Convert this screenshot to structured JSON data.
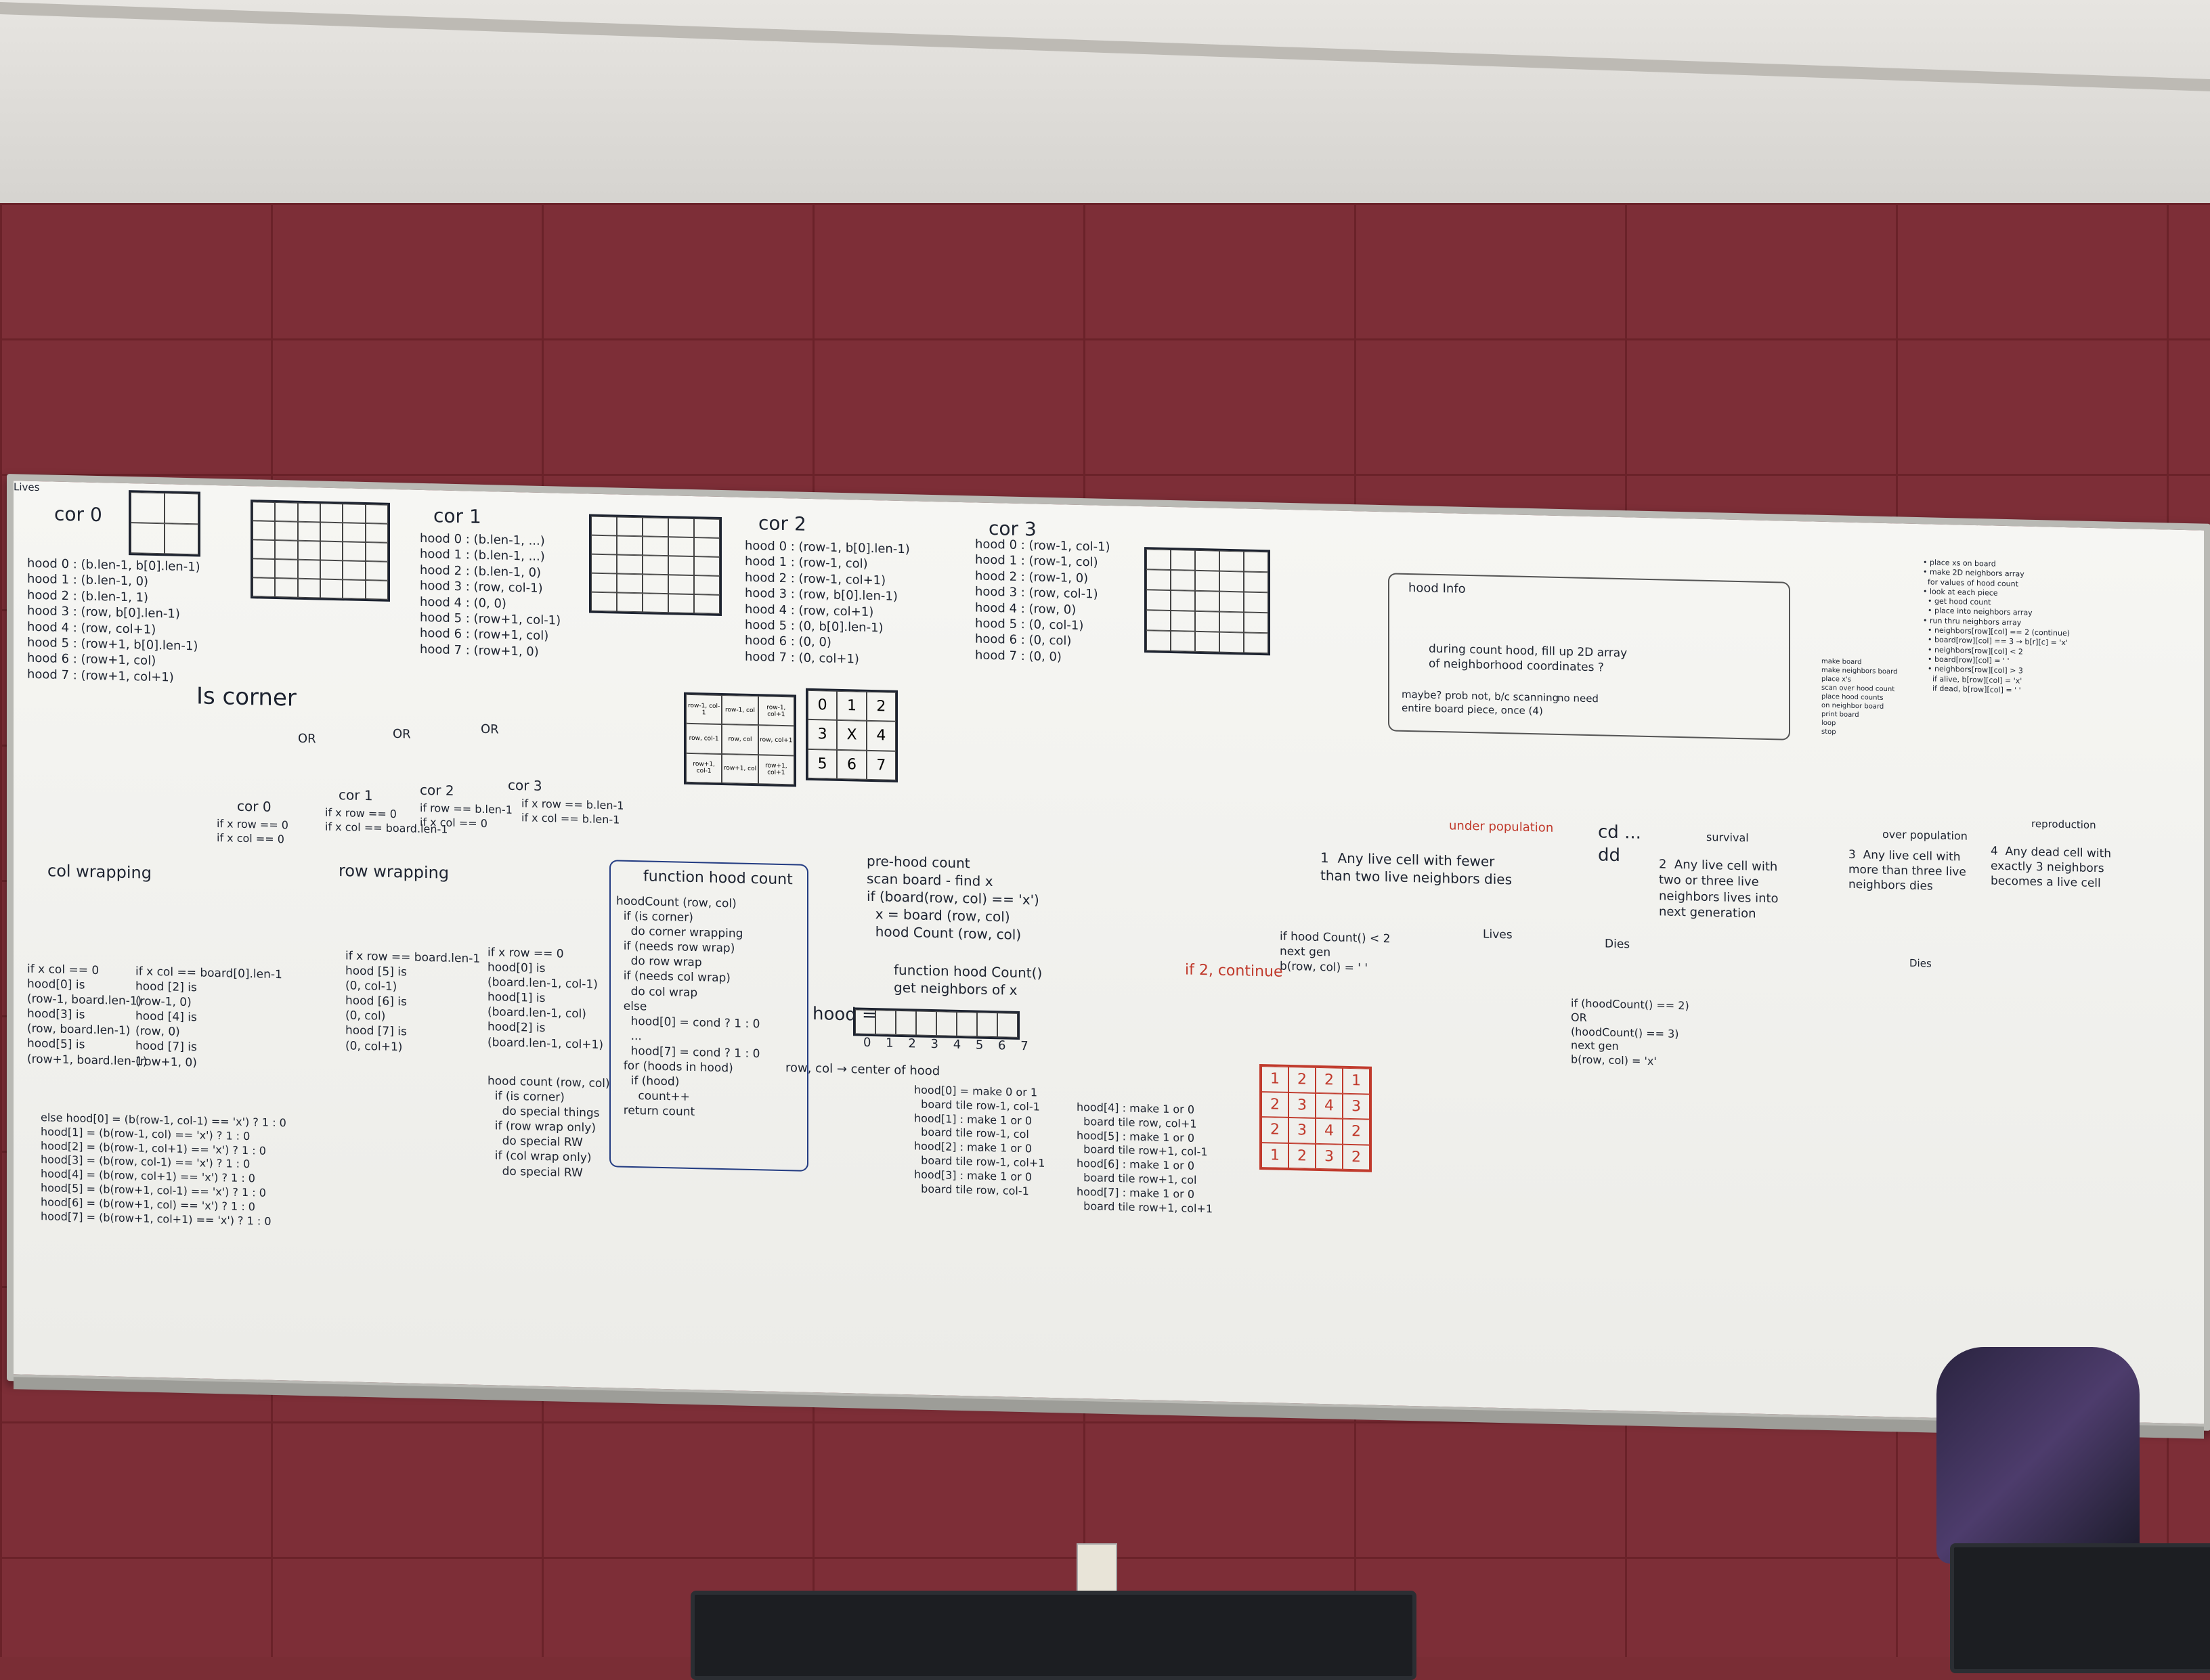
{
  "scene": "classroom whiteboard",
  "whiteboard": {
    "corner0": {
      "label": "cor 0",
      "lines": [
        "hood 0 : (b.len-1, b[0].len-1)",
        "hood 1 : (b.len-1, 0)",
        "hood 2 : (b.len-1, 1)",
        "hood 3 : (row, b[0].len-1)",
        "hood 4 : (row, col+1)",
        "hood 5 : (row+1, b[0].len-1)",
        "hood 6 : (row+1, col)",
        "hood 7 : (row+1, col+1)"
      ]
    },
    "corner1": {
      "label": "cor 1",
      "lines": [
        "hood 0 : (b.len-1, ...)",
        "hood 1 : (b.len-1, ...)",
        "hood 2 : (b.len-1, 0)",
        "hood 3 : (row, col-1)",
        "hood 4 : (0, 0)",
        "hood 5 : (row+1, col-1)",
        "hood 6 : (row+1, col)",
        "hood 7 : (row+1, 0)"
      ]
    },
    "corner2": {
      "label": "cor 2",
      "lines": [
        "hood 0 : (row-1, b[0].len-1)",
        "hood 1 : (row-1, col)",
        "hood 2 : (row-1, col+1)",
        "hood 3 : (row, b[0].len-1)",
        "hood 4 : (row, col+1)",
        "hood 5 : (0, b[0].len-1)",
        "hood 6 : (0, 0)",
        "hood 7 : (0, col+1)"
      ]
    },
    "corner3": {
      "label": "cor 3",
      "lines": [
        "hood 0 : (row-1, col-1)",
        "hood 1 : (row-1, col)",
        "hood 2 : (row-1, 0)",
        "hood 3 : (row, col-1)",
        "hood 4 : (row, 0)",
        "hood 5 : (0, col-1)",
        "hood 6 : (0, col)",
        "hood 7 : (0, 0)"
      ]
    },
    "is_corner": {
      "title": "Is corner",
      "or": "OR",
      "cor0": "cor 0",
      "cor0_cond": "if x row == 0\nif x col == 0",
      "cor1": "cor 1",
      "cor1_cond": "if x row == 0\nif x col == board.len-1",
      "cor2": "cor 2",
      "cor2_cond": "if row == b.len-1\nif x col == 0",
      "cor3": "cor 3",
      "cor3_cond": "if x row == b.len-1\nif x col == b.len-1"
    },
    "col_wrapping": {
      "title": "col wrapping",
      "left": "if x col == 0\nhood[0] is\n(row-1, board.len-1)\nhood[3] is\n(row, board.len-1)\nhood[5] is\n(row+1, board.len-1)",
      "right": "if x col == board[0].len-1\nhood [2] is\n(row-1, 0)\nhood [4] is\n(row, 0)\nhood [7] is\n(row+1, 0)"
    },
    "row_wrapping": {
      "title": "row wrapping",
      "left": "if x row == board.len-1\nhood [5] is\n(0, col-1)\nhood [6] is\n(0, col)\nhood [7] is\n(0, col+1)",
      "right": "if x row == 0\nhood[0] is\n(board.len-1, col-1)\nhood[1] is\n(board.len-1, col)\nhood[2] is\n(board.len-1, col+1)"
    },
    "else_block": "else hood[0] = (b(row-1, col-1) == 'x') ? 1 : 0\nhood[1] = (b(row-1, col) == 'x') ? 1 : 0\nhood[2] = (b(row-1, col+1) == 'x') ? 1 : 0\nhood[3] = (b(row, col-1) == 'x') ? 1 : 0\nhood[4] = (b(row, col+1) == 'x') ? 1 : 0\nhood[5] = (b(row+1, col-1) == 'x') ? 1 : 0\nhood[6] = (b(row+1, col) == 'x') ? 1 : 0\nhood[7] = (b(row+1, col+1) == 'x') ? 1 : 0",
    "function_hoodcount": {
      "title": "function hood count",
      "body": "hoodCount (row, col)\n  if (is corner)\n    do corner wrapping\n  if (needs row wrap)\n    do row wrap\n  if (needs col wrap)\n    do col wrap\n  else\n    hood[0] = cond ? 1 : 0\n    ...\n    hood[7] = cond ? 1 : 0\n  for (hoods in hood)\n    if (hood)\n      count++\n  return count"
    },
    "hoodcount_call": "hood count (row, col)\n  if (is corner)\n    do special things\n  if (row wrap only)\n    do special RW\n  if (col wrap only)\n    do special RW",
    "pre_hoodcount": "pre-hood count\nscan board - find x\nif (board(row, col) == 'x')\n  x = board (row, col)\n  hood Count (row, col)",
    "function_hoodcount2": "function hood Count()\nget neighbors of x",
    "hood_array": {
      "label": "hood =",
      "indices": "0 1 2 3 4 5 6 7",
      "center": "row, col → center of hood"
    },
    "hood_rules": "hood[0] = make 0 or 1\n  board tile row-1, col-1\nhood[1] : make 1 or 0\n  board tile row-1, col\nhood[2] : make 1 or 0\n  board tile row-1, col+1\nhood[3] : make 1 or 0\n  board tile row, col-1",
    "hood_rules2": "hood[4] : make 1 or 0\n  board tile row, col+1\nhood[5] : make 1 or 0\n  board tile row+1, col-1\nhood[6] : make 1 or 0\n  board tile row+1, col\nhood[7] : make 1 or 0\n  board tile row+1, col+1",
    "hood_info": {
      "title": "hood Info",
      "note": "during count hood, fill up 2D array\nof neighborhood coordinates ?",
      "note2": "maybe? prob not, b/c scanning\nentire board piece, once (4)",
      "no_need": "no need"
    },
    "neighbor_grid": [
      "0",
      "1",
      "2",
      "3",
      "X",
      "4",
      "5",
      "6",
      "7"
    ],
    "neighbor_coords": [
      "row-1, col-1",
      "row-1, col",
      "row-1, col+1",
      "row, col-1",
      "row, col",
      "row, col+1",
      "row+1, col-1",
      "row+1, col",
      "row+1, col+1"
    ],
    "rules": {
      "rule1": "1  Any live cell with fewer\nthan two live neighbors dies",
      "rule1_title": "under population",
      "rule1_code": "if hood Count() < 2\nnext gen\nb(row, col) = ' '",
      "rule1_red": "if 2, continue",
      "rule2_title": "survival",
      "rule2": "2  Any live cell with\ntwo or three live\nneighbors lives into\nnext generation",
      "rule2_code": "if (hoodCount() == 2)\nOR\n(hoodCount() == 3)\nnext gen\nb(row, col) = 'x'",
      "rule3_title": "over population",
      "rule3": "3  Any live cell with\nmore than three live\nneighbors dies",
      "rule4_title": "reproduction",
      "rule4": "4  Any dead cell with\nexactly 3 neighbors\nbecomes a live cell",
      "lives": "Lives",
      "dies": "Dies",
      "cd": "cd ...\ndd"
    },
    "count_grid": [
      [
        "1",
        "2",
        "2",
        "1"
      ],
      [
        "2",
        "3",
        "4",
        "3"
      ],
      [
        "2",
        "3",
        "4",
        "2"
      ],
      [
        "1",
        "2",
        "3",
        "2"
      ]
    ],
    "todo_list": "• place xs on board\n• make 2D neighbors array\n  for values of hood count\n• look at each piece\n  • get hood count\n  • place into neighbors array\n• run thru neighbors array\n  • neighbors[row][col] == 2 (continue)\n  • board[row][col] == 3 → b[r][c] = 'x'\n  • neighbors[row][col] < 2\n  • board[row][col] = ' '\n  • neighbors[row][col] > 3\n    if alive, b[row][col] = 'x'\n    if dead, b[row][col] = ' '",
    "side_note": "make board\nmake neighbors board\nplace x's\nscan over hood count\nplace hood counts\non neighbor board\nprint board\nloop\nstop"
  },
  "colors": {
    "wall": "#7d2e37",
    "board": "#f2f2ef",
    "marker_black": "#1d2330",
    "marker_red": "#c0392b",
    "marker_blue": "#233c82"
  }
}
